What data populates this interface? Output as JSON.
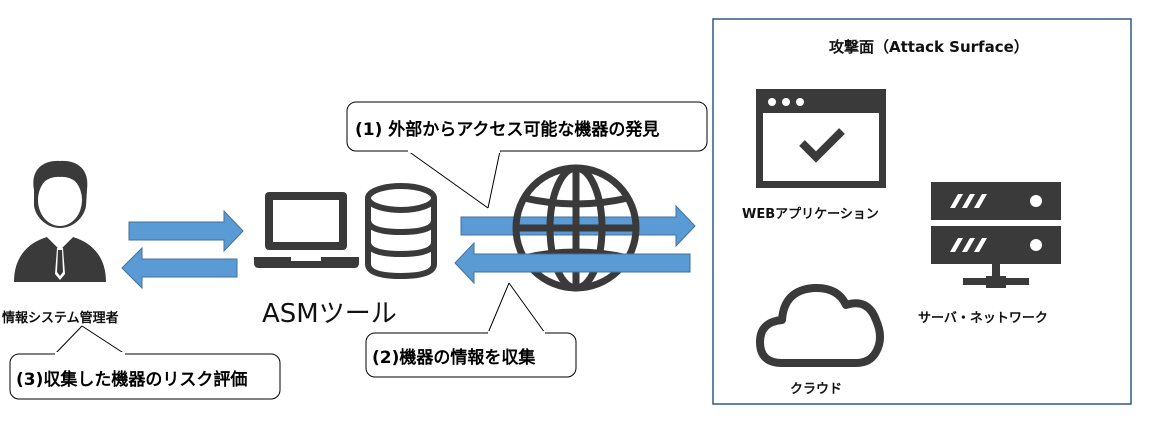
{
  "attack_surface": {
    "title": "攻撃面（Attack Surface）",
    "web_app_label": "WEBアプリケーション",
    "server_label": "サーバ・ネットワーク",
    "cloud_label": "クラウド"
  },
  "admin": {
    "label": "情報システム管理者"
  },
  "tool": {
    "label": "ASMツール"
  },
  "callouts": {
    "discover": "(1) 外部からアクセス可能な機器の発見",
    "collect": "(2)機器の情報を収集",
    "evaluate": "(3)収集した機器のリスク評価"
  },
  "colors": {
    "arrow": "#5b9bd5",
    "arrow_stroke": "#41719c",
    "icon": "#3a3a3a",
    "frame": "#2e5a88"
  },
  "icons": {
    "admin": "person-icon",
    "laptop": "laptop-icon",
    "database": "database-icon",
    "globe": "globe-icon",
    "web_app": "browser-window-icon",
    "server": "server-icon",
    "cloud": "cloud-icon"
  }
}
